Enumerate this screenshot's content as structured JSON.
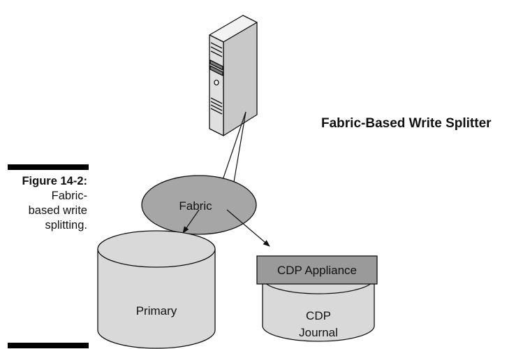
{
  "figure": {
    "label": "Figure 14-2:",
    "caption_lines": [
      "Fabric-",
      "based write",
      "splitting."
    ]
  },
  "diagram": {
    "title": "Fabric-Based Write Splitter",
    "fabric_label": "Fabric",
    "primary_label": "Primary",
    "cdp_appliance_label": "CDP Appliance",
    "cdp_journal_line1": "CDP",
    "cdp_journal_line2": "Journal"
  },
  "colors": {
    "fabric_fill": "#a6a6a6",
    "disk_fill": "#d9d9d9",
    "appliance_fill": "#9a9a9a",
    "server_light": "#f2f2f2",
    "server_side": "#c8c8c8"
  },
  "icons": [
    "server-tower-icon"
  ]
}
